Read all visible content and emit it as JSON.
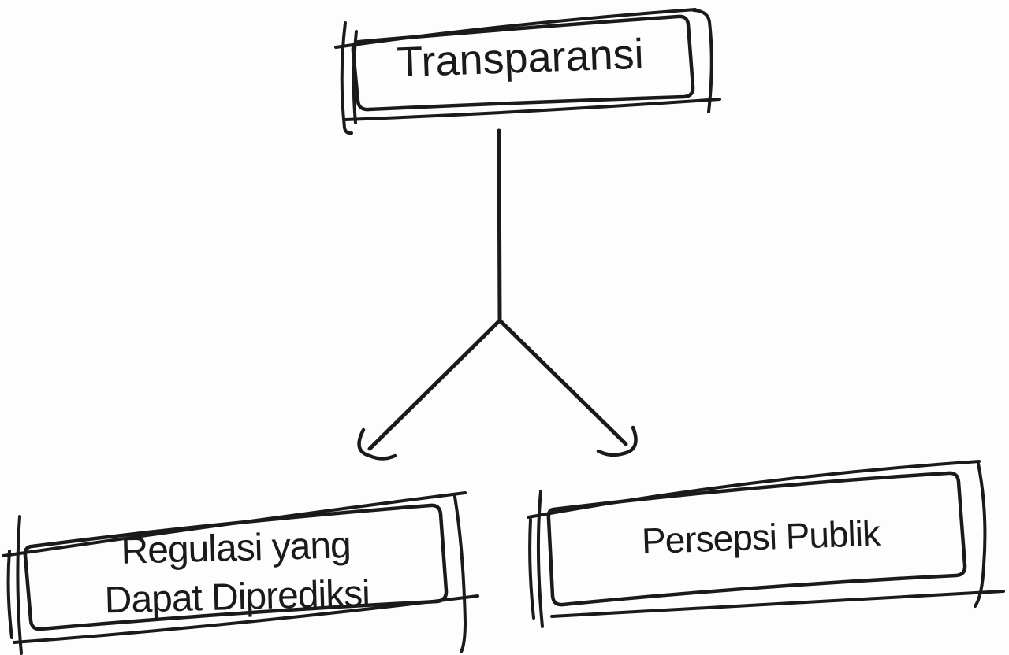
{
  "diagram": {
    "type": "flowchart",
    "style": "hand-drawn-sketch",
    "nodes": {
      "top": {
        "label": "Transparansi"
      },
      "left": {
        "lines": [
          "Regulasi yang",
          "Dapat Diprediksi"
        ]
      },
      "right": {
        "label": "Persepsi Publik"
      }
    },
    "connectors": [
      {
        "from": "top",
        "to": "left",
        "kind": "arrow"
      },
      {
        "from": "top",
        "to": "right",
        "kind": "arrow"
      }
    ]
  },
  "colors": {
    "ink": "#1a1a1a",
    "background": "#fdfdfd"
  }
}
